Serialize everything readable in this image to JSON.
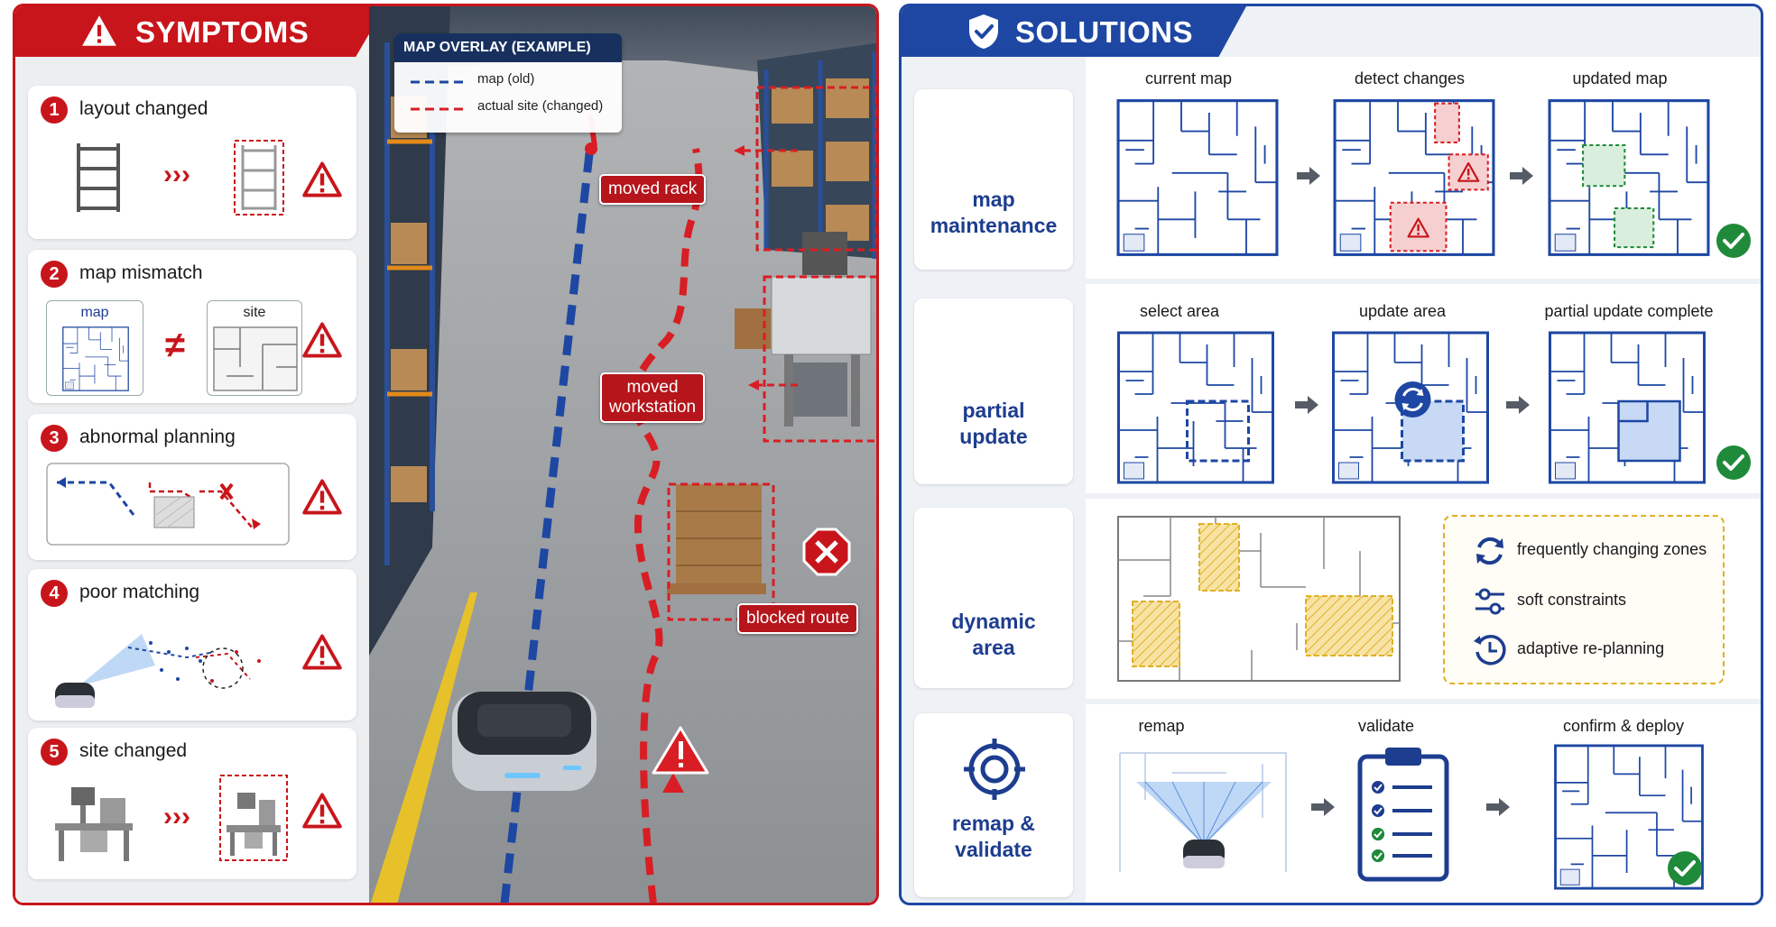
{
  "symptoms": {
    "title": "SYMPTOMS",
    "items": [
      {
        "num": "1",
        "label": "layout changed"
      },
      {
        "num": "2",
        "label": "map mismatch",
        "box_a": "map",
        "box_b": "site",
        "operator": "≠"
      },
      {
        "num": "3",
        "label": "abnormal planning"
      },
      {
        "num": "4",
        "label": "poor matching"
      },
      {
        "num": "5",
        "label": "site changed"
      }
    ],
    "arrow_glyph": "›››"
  },
  "overlay": {
    "legend_title": "MAP OVERLAY (EXAMPLE)",
    "legend_old": "map (old)",
    "legend_new": "actual site (changed)",
    "tag_rack": "moved rack",
    "tag_workstation_1": "moved",
    "tag_workstation_2": "workstation",
    "tag_blocked": "blocked route"
  },
  "solutions": {
    "title": "SOLUTIONS",
    "rows": [
      {
        "label_1": "map",
        "label_2": "maintenance",
        "steps": [
          "current map",
          "detect changes",
          "updated map"
        ]
      },
      {
        "label_1": "partial",
        "label_2": "update",
        "steps": [
          "select area",
          "update area",
          "partial update complete"
        ]
      },
      {
        "label_1": "dynamic",
        "label_2": "area",
        "legend": [
          "frequently changing zones",
          "soft constraints",
          "adaptive re-planning"
        ]
      },
      {
        "label_1": "remap &",
        "label_2": "validate",
        "steps": [
          "remap",
          "validate",
          "confirm & deploy"
        ]
      }
    ]
  },
  "colors": {
    "red": "#c8151b",
    "blue": "#1d47a3",
    "green": "#1f8a3a",
    "yellow": "#e0b027"
  },
  "icons": [
    "warning-icon",
    "shield-check-icon",
    "arrow-right-icon",
    "check-icon",
    "refresh-icon",
    "sliders-icon",
    "clock-icon",
    "target-icon",
    "clipboard-check-icon",
    "robot-icon",
    "rack-icon",
    "workstation-icon"
  ]
}
